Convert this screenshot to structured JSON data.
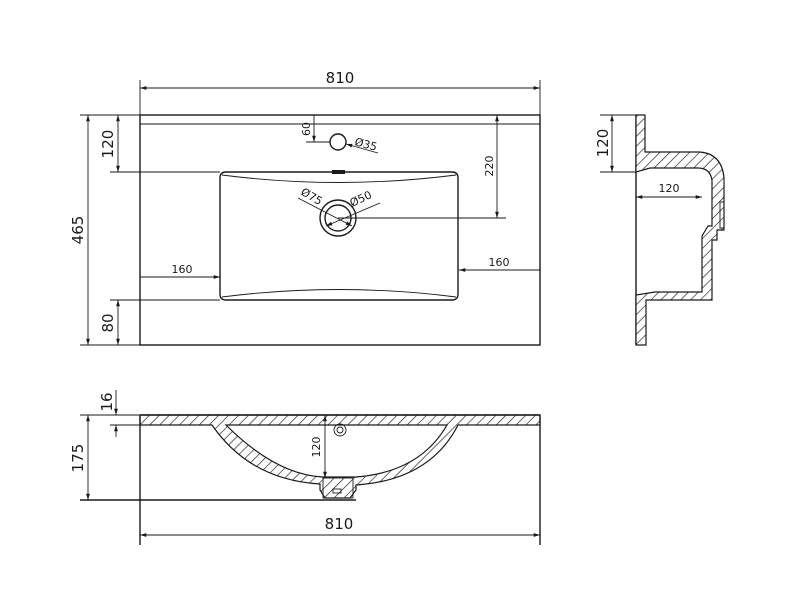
{
  "top_view": {
    "width_label": "810",
    "depth_label": "465",
    "back_margin_label": "120",
    "front_margin_label": "80",
    "faucet_offset_label": "60",
    "faucet_hole_label": "Ø35",
    "drain_outer_label": "Ø75",
    "drain_inner_label": "Ø50",
    "drain_offset_label": "220",
    "left_margin_label": "160",
    "right_margin_label": "160"
  },
  "side_section": {
    "height_label": "120",
    "overflow_depth_label": "120"
  },
  "front_section": {
    "slab_thickness_label": "16",
    "total_height_label": "175",
    "bowl_depth_label": "120",
    "width_label": "810"
  }
}
